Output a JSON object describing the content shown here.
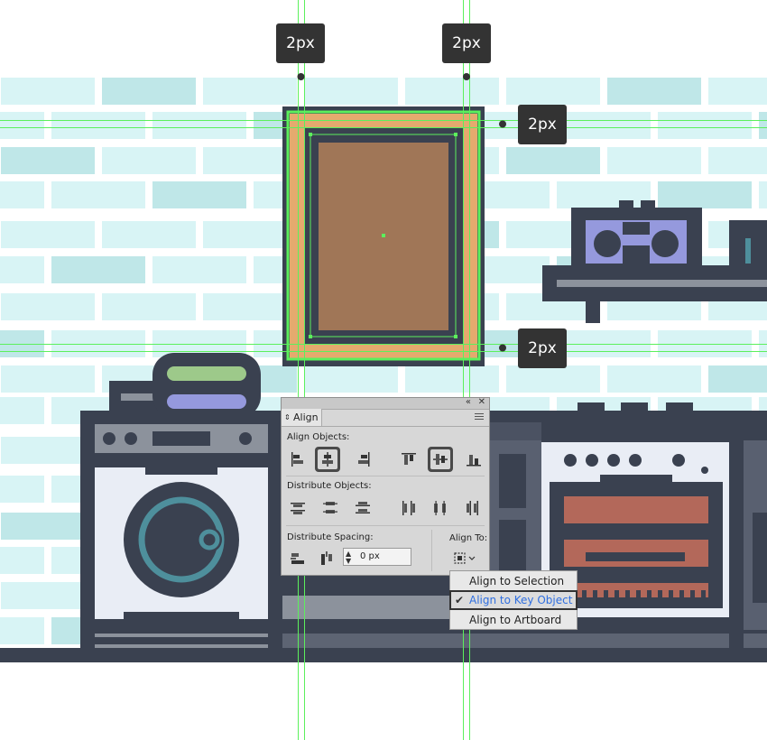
{
  "guides": {
    "top_left_label": "2px",
    "top_right_label": "2px",
    "right_upper_label": "2px",
    "right_lower_label": "2px"
  },
  "align_panel": {
    "collapse_icon": "double-chevron-left-icon",
    "close_icon": "close-icon",
    "tab_title": "Align",
    "align_objects_title": "Align Objects:",
    "distribute_objects_title": "Distribute Objects:",
    "distribute_spacing_title": "Distribute Spacing:",
    "align_to_title": "Align To:",
    "spacing_value": "0 px"
  },
  "align_to_menu": {
    "items": [
      {
        "label": "Align to Selection",
        "selected": false
      },
      {
        "label": "Align to Key Object",
        "selected": true
      },
      {
        "label": "Align to Artboard",
        "selected": false
      }
    ],
    "check_glyph": "✔"
  },
  "colors": {
    "brick_light": "#d8f4f5",
    "brick_dark": "#bfe7e8",
    "navy": "#3a4150",
    "frame_outer": "#e5aa6e",
    "frame_canvas": "#a07657",
    "guide_green": "#5cf05c",
    "radio_purple": "#9599dd",
    "washer_white": "#e9edf5",
    "washer_dial": "#4e8f9c",
    "oven_red": "#b3685a",
    "towel_green": "#9dc98a"
  }
}
